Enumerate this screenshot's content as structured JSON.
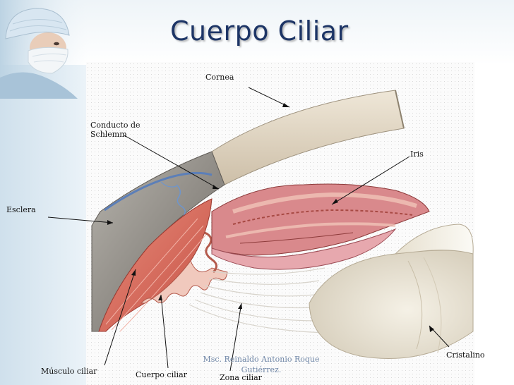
{
  "slide": {
    "title": "Cuerpo Ciliar",
    "credit": "Msc. Reinaldo Antonio Roque Gutiérrez."
  },
  "labels": {
    "cornea": "Cornea",
    "schlemm": "Conducto de\nSchlemm",
    "iris": "Iris",
    "esclera": "Esclera",
    "cristalino": "Cristalino",
    "musculo_ciliar": "Músculo ciliar",
    "cuerpo_ciliar": "Cuerpo ciliar",
    "zona_ciliar": "Zona  ciliar"
  },
  "colors": {
    "title": "#1d3566",
    "credit": "#6f86a6",
    "sclera": "#8f8c86",
    "cornea": "#e6dccb",
    "muscle": "#d96a5c",
    "iris": "#e0a19a",
    "lens": "#ece6d8"
  }
}
